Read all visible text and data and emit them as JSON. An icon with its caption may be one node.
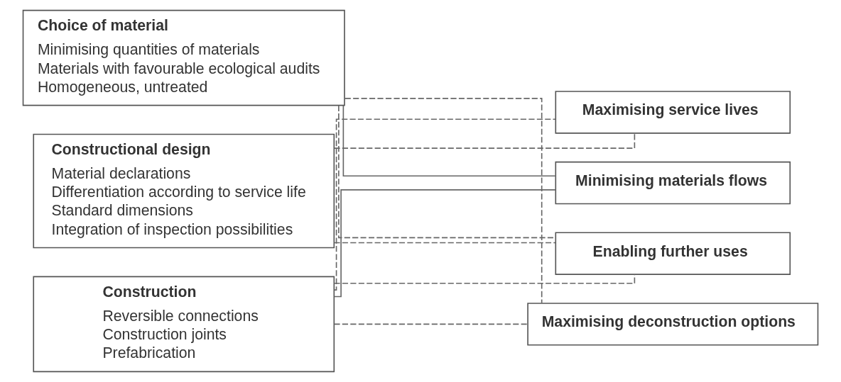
{
  "diagram": {
    "nodes": [
      {
        "text": [
          "Choice of material",
          "Minimising quantities of materials",
          "Materials with favourable ecological audits",
          "Homogeneous, untreated"
        ]
      },
      {
        "text": [
          "Constructional design",
          "Material declarations",
          "Differentiation according to service life",
          "Standard dimensions",
          "Integration of inspection possibilities"
        ]
      },
      {
        "text": [
          "Construction",
          "Reversible connections",
          "Construction joints",
          "Prefabrication"
        ]
      },
      {
        "text": [
          "Maximising service lives"
        ]
      },
      {
        "text": [
          "Minimising materials flows"
        ]
      },
      {
        "text": [
          "Enabling further uses"
        ]
      },
      {
        "text": [
          "Maximising deconstruction options"
        ]
      }
    ],
    "edges": [
      {
        "from": 0,
        "to": 4,
        "arrow": "none"
      },
      {
        "from": 2,
        "to": 4,
        "arrow": "none"
      },
      {
        "from": 1,
        "to": 3,
        "arrow": "none",
        "style": "dashed"
      },
      {
        "from": 2,
        "to": 3,
        "arrow": "none",
        "style": "dashed"
      },
      {
        "from": 0,
        "to": 6,
        "arrow": "none",
        "style": "dashed"
      },
      {
        "from": 2,
        "to": 6,
        "arrow": "none",
        "style": "dashed"
      },
      {
        "from": 0,
        "to": 5,
        "arrow": "none",
        "style": "dashed"
      },
      {
        "from": 1,
        "to": 5,
        "arrow": "none",
        "style": "dashed"
      },
      {
        "from": 2,
        "to": 5,
        "arrow": "none",
        "style": "dashed"
      }
    ]
  }
}
